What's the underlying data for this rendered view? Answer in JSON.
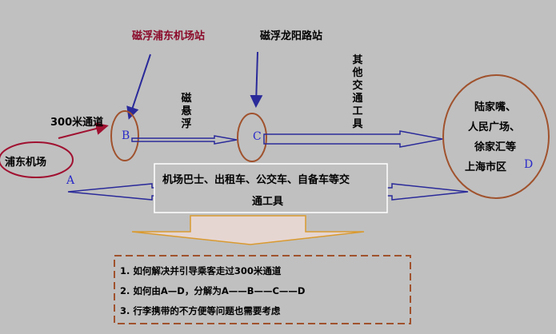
{
  "stations": {
    "pudong_maglev": "磁浮浦东机场站",
    "longyang_maglev": "磁浮龙阳路站"
  },
  "labels": {
    "other_transport": "其他交通工具",
    "maglev": "磁悬浮",
    "passage": "300米通道",
    "airport": "浦东机场",
    "city_districts": [
      "陆家嘴、",
      "人民广场、",
      "徐家汇等",
      "上海市区"
    ]
  },
  "nodes": {
    "a": "A",
    "b": "B",
    "c": "C",
    "d": "D"
  },
  "transport_box": {
    "line1": "机场巴士、出租车、公交车、自备车等交",
    "line2": "通工具"
  },
  "questions": [
    "1. 如何解决并引导乘客走过300米通道",
    "2. 如何由A—D，分解为A——B——C——D",
    "3. 行李携带的不方便等问题也需要考虑"
  ],
  "colors": {
    "background": "#c0c0c0",
    "arrow": "#2a2a9a",
    "red": "#a01030",
    "brown": "#a0522d"
  }
}
